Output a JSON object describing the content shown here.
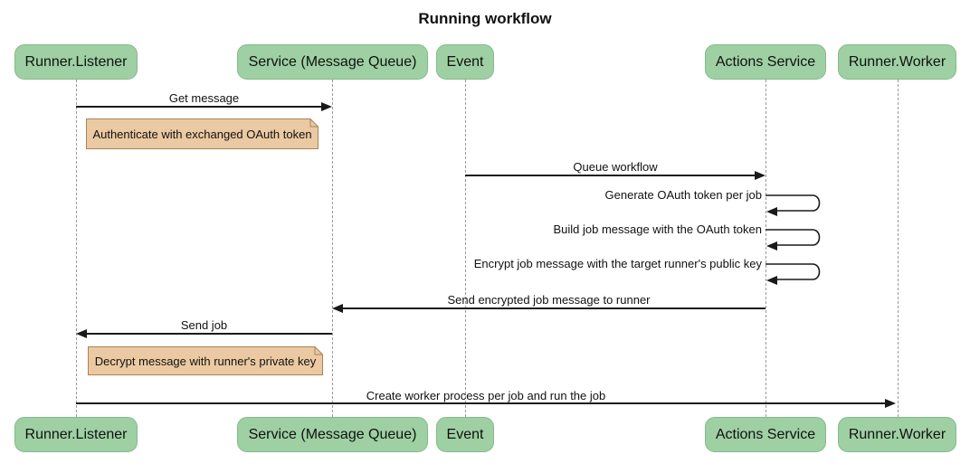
{
  "title": "Running workflow",
  "participants": [
    {
      "label": "Runner.Listener"
    },
    {
      "label": "Service (Message Queue)"
    },
    {
      "label": "Event"
    },
    {
      "label": "Actions Service"
    },
    {
      "label": "Runner.Worker"
    }
  ],
  "messages": {
    "get_message": "Get message",
    "queue_workflow": "Queue workflow",
    "generate_token": "Generate OAuth token per job",
    "build_job_message": "Build job message with the OAuth token",
    "encrypt_job_message": "Encrypt job message with the target runner's public key",
    "send_encrypted": "Send encrypted job message to runner",
    "send_job": "Send job",
    "create_worker": "Create worker process per job and run the job"
  },
  "notes": {
    "authenticate": "Authenticate with exchanged OAuth token",
    "decrypt": "Decrypt message with runner's private key"
  },
  "colors": {
    "actor_fill": "#9ED0A3",
    "actor_border": "#84BA8A",
    "note_fill": "#EBC9A3",
    "note_border": "#AA8452",
    "message_line": "#1A1A1A",
    "lifeline": "#9A9A9A",
    "background": "#FFFFFF",
    "text": "#111111"
  }
}
